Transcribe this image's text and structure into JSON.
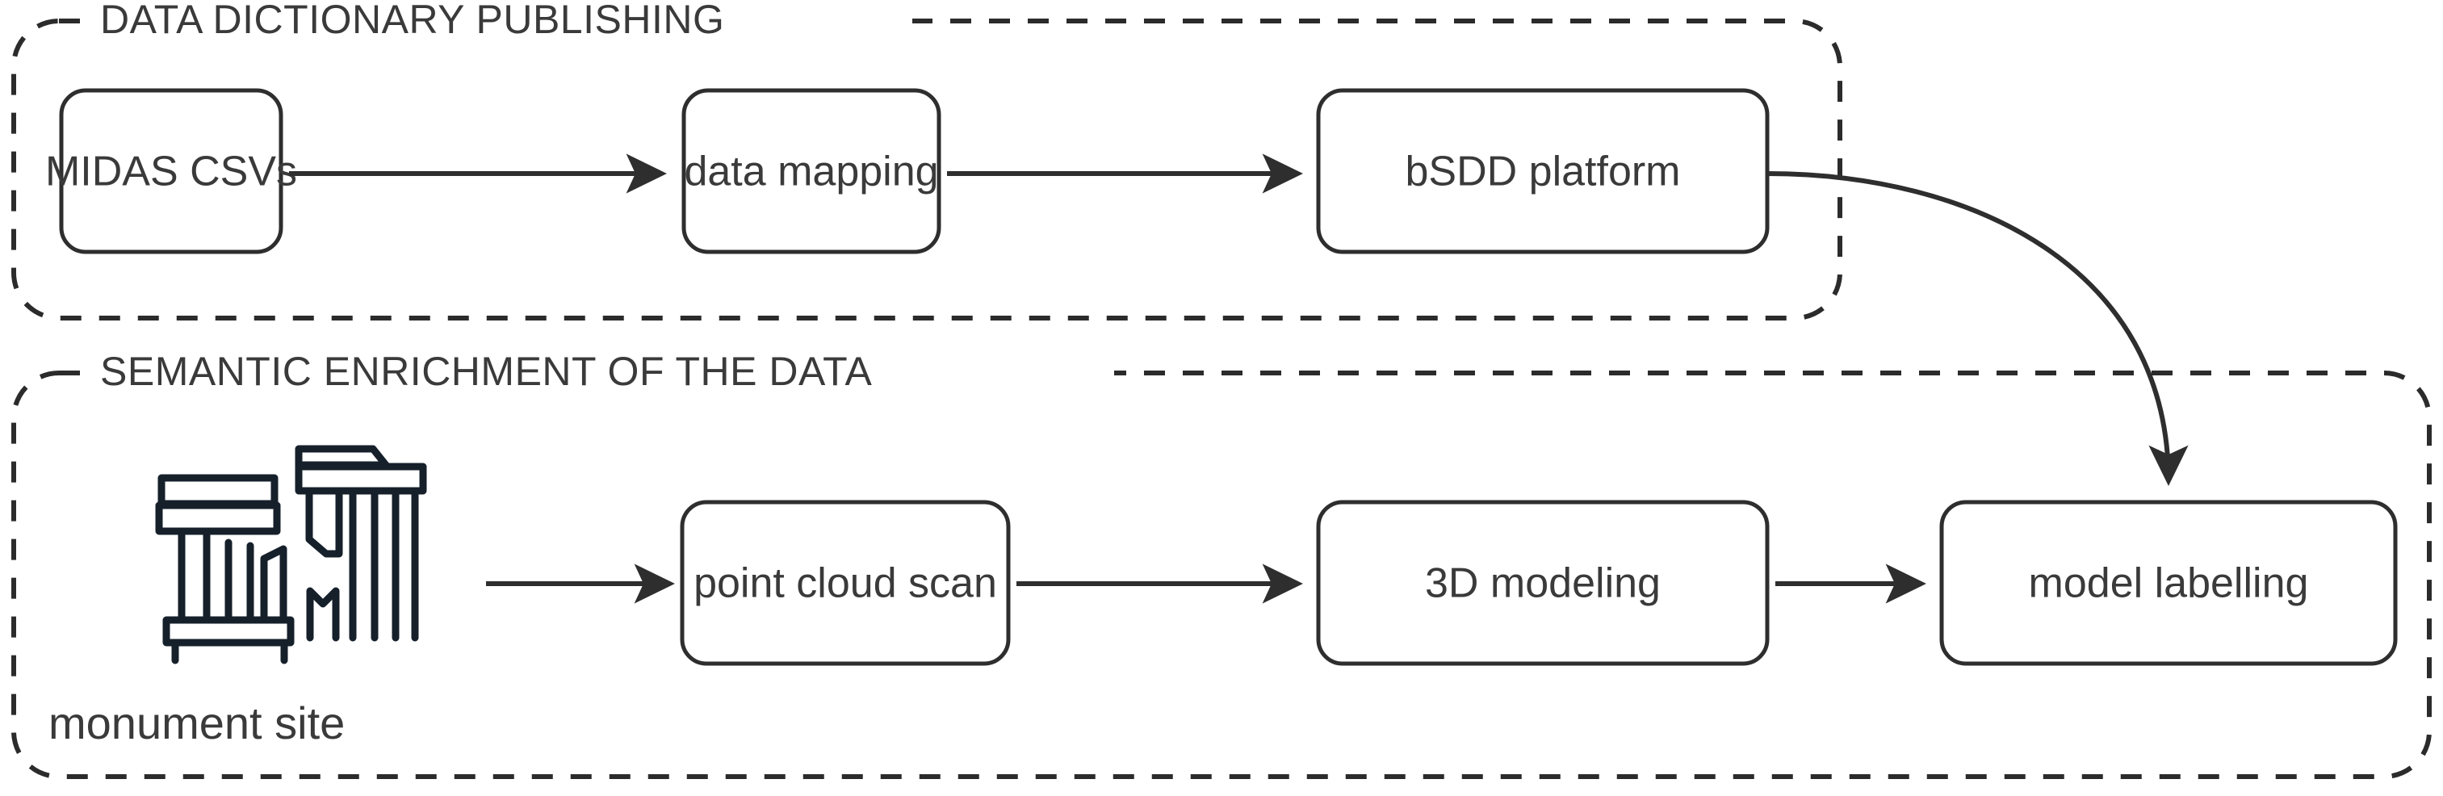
{
  "diagram": {
    "title": "",
    "colors": {
      "background": "#ffffff",
      "stroke": "#2e2e2e",
      "dashed_frame": "#2b2b2b",
      "text": "#3a3a3a",
      "icon": "#16202b"
    },
    "groups": [
      {
        "id": "data-dictionary-publishing",
        "title": "DATA DICTIONARY PUBLISHING",
        "nodes": [
          {
            "id": "midas-csvs",
            "label": "MIDAS CSVs"
          },
          {
            "id": "data-mapping",
            "label": "data mapping"
          },
          {
            "id": "bsdd-platform",
            "label": "bSDD platform"
          }
        ]
      },
      {
        "id": "semantic-enrichment",
        "title": "SEMANTIC ENRICHMENT OF THE DATA",
        "icon_label": "monument site",
        "icon_name": "monument-site-icon",
        "nodes": [
          {
            "id": "point-cloud-scan",
            "label": "point cloud scan"
          },
          {
            "id": "3d-modeling",
            "label": "3D modeling"
          },
          {
            "id": "model-labelling",
            "label": "model labelling"
          }
        ]
      }
    ],
    "edges": [
      {
        "from": "midas-csvs",
        "to": "data-mapping",
        "style": "straight-arrow"
      },
      {
        "from": "data-mapping",
        "to": "bsdd-platform",
        "style": "straight-arrow"
      },
      {
        "from": "monument-site-icon",
        "to": "point-cloud-scan",
        "style": "straight-arrow"
      },
      {
        "from": "point-cloud-scan",
        "to": "3d-modeling",
        "style": "straight-arrow"
      },
      {
        "from": "3d-modeling",
        "to": "model-labelling",
        "style": "straight-arrow"
      },
      {
        "from": "bsdd-platform",
        "to": "model-labelling",
        "style": "curved-arrow"
      }
    ]
  }
}
